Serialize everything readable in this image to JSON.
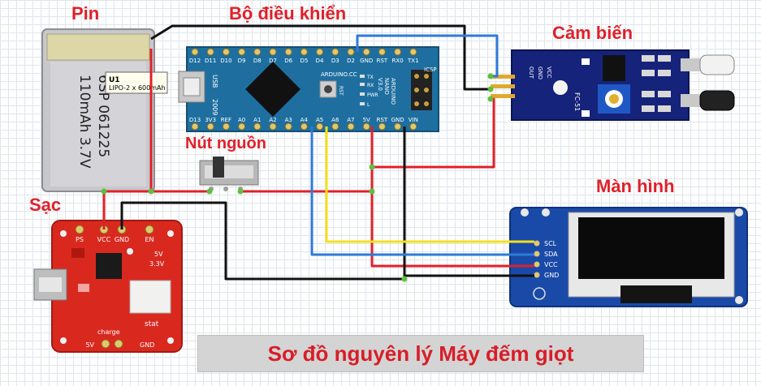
{
  "labels": {
    "pin": "Pin",
    "controller": "Bộ điều khiển",
    "sensor": "Cảm biến",
    "power_button": "Nút nguồn",
    "charger": "Sạc",
    "screen": "Màn hình",
    "footer": "Sơ đồ nguyên lý Máy đếm giọt"
  },
  "battery": {
    "tag_id": "U1",
    "tag_text": "LIPO-2 x 600mAh",
    "model": "6SP 061225",
    "spec": "110mAh 3.7V"
  },
  "arduino": {
    "top_pins": [
      "D12",
      "D11",
      "D10",
      "D9",
      "D8",
      "D7",
      "D6",
      "D5",
      "D4",
      "D3",
      "D2",
      "GND",
      "RST",
      "RX0",
      "TX1"
    ],
    "bottom_pins": [
      "D13",
      "3V3",
      "REF",
      "A0",
      "A1",
      "A2",
      "A3",
      "A4",
      "A5",
      "A6",
      "A7",
      "5V",
      "RST",
      "GND",
      "VIN"
    ],
    "brand": "ARDUINO.CC",
    "model_lines": [
      "ARDUINO",
      "NANO",
      "V3.0"
    ],
    "usb_label": "USB",
    "year": "2009",
    "icsp": "ICSP",
    "leds": [
      "TX",
      "RX",
      "PWR",
      "L"
    ],
    "rst_label": "RST"
  },
  "sensor": {
    "pins": [
      "OUT",
      "GND",
      "VCC"
    ],
    "board_code": "FC-51"
  },
  "charger": {
    "top_pins": [
      "PS",
      "VCC",
      "GND",
      "EN"
    ],
    "side_labels": [
      "5V",
      "3.3V"
    ],
    "stat": "stat",
    "charge": "charge",
    "bottom_pins": [
      "5V",
      "GND"
    ]
  },
  "oled": {
    "pins": [
      "SCL",
      "SDA",
      "VCC",
      "GND"
    ]
  },
  "wire_colors": {
    "power": "#e0202a",
    "ground": "#111111",
    "scl": "#f4e01a",
    "sda": "#2f7ad8"
  }
}
